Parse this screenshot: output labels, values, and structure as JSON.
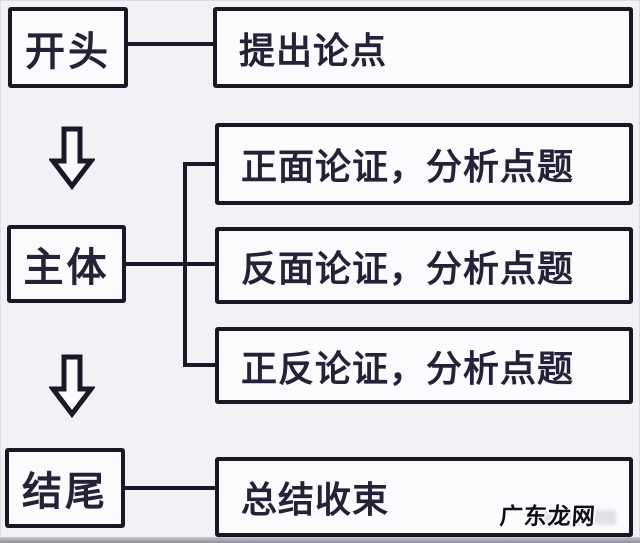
{
  "diagram": {
    "title_hint": "essay-structure-flowchart",
    "left_nodes": [
      {
        "id": "kaitou",
        "label": "开头"
      },
      {
        "id": "zhuti",
        "label": "主体"
      },
      {
        "id": "jiewei",
        "label": "结尾"
      }
    ],
    "right_nodes": [
      {
        "id": "tichu",
        "label": "提出论点"
      },
      {
        "id": "mid1",
        "label": "正面论证，分析点题"
      },
      {
        "id": "mid2",
        "label": "反面论证，分析点题"
      },
      {
        "id": "mid3",
        "label": "正反论证，分析点题"
      },
      {
        "id": "zongjie",
        "label": "总结收束"
      }
    ],
    "watermark": "广东龙网",
    "colors": {
      "background": "#f2f1f6",
      "box_fill": "#fbfafd",
      "border": "#1b1726",
      "text": "#262138",
      "watermark_fill": "#0e0e16",
      "watermark_outline": "#ffffff"
    }
  }
}
